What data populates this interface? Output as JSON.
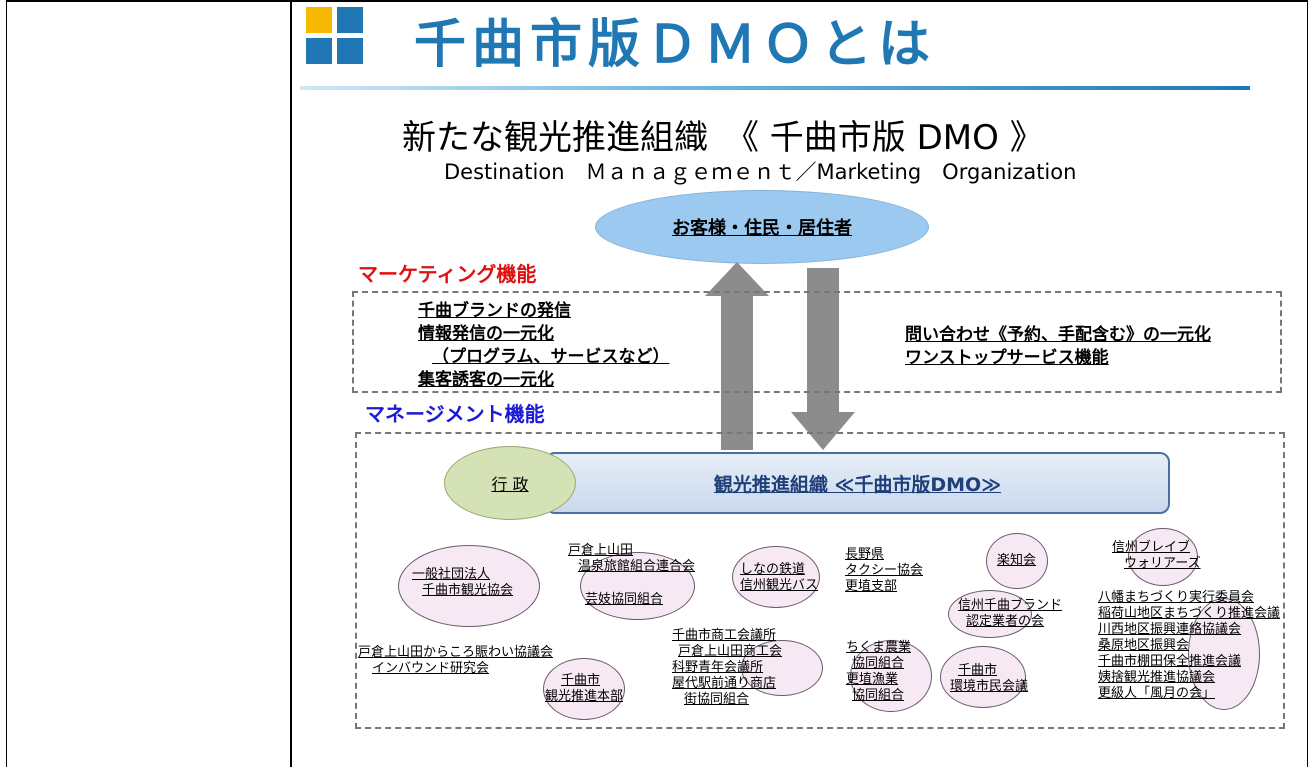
{
  "title": "千曲市版ＤＭＯとは",
  "subtitle_jp": "新たな観光推進組織　《 千曲市版 DMO 》",
  "subtitle_en": "Destination　Ｍａｎａｇｅｍｅｎｔ／Marketing　Organization",
  "customer": "お客様・住民・居住者",
  "colors": {
    "title": "#1f78b4",
    "marketing": "#e01010",
    "management": "#1a1ad8",
    "logo_yellow": "#f6b800",
    "logo_blue": "#1f78b4"
  },
  "marketing": {
    "heading": "マーケティング機能",
    "left_items": [
      "千曲ブランドの発信",
      "情報発信の一元化",
      "（プログラム、サービスなど）",
      "集客誘客の一元化"
    ],
    "right_items": [
      "問い合わせ《予約、手配含む》の一元化",
      "ワンストップサービス機能"
    ]
  },
  "management": {
    "heading": "マネージメント機能",
    "government": "行 政",
    "organization": "観光推進組織 ≪千曲市版DMO≫",
    "members": [
      {
        "lines": [
          "一般社団法人",
          "千曲市観光協会"
        ]
      },
      {
        "lines": [
          "戸倉上山田",
          "温泉旅館組合連合会"
        ]
      },
      {
        "lines": [
          "芸妓協同組合"
        ]
      },
      {
        "lines": [
          "しなの鉄道",
          "信州観光バス"
        ]
      },
      {
        "lines": [
          "長野県",
          "タクシー協会",
          "更埴支部"
        ]
      },
      {
        "lines": [
          "楽知会"
        ]
      },
      {
        "lines": [
          "信州千曲ブランド",
          "認定業者の会"
        ]
      },
      {
        "lines": [
          "信州ブレイブ",
          "ウォリアーズ"
        ]
      },
      {
        "lines": [
          "八幡まちづくり実行委員会",
          "稲荷山地区まちづくり推進会議",
          "川西地区振興連絡協議会",
          "桑原地区振興会",
          "千曲市棚田保全推進会議",
          "姨捨観光推進協議会",
          "更級人「風月の会」"
        ]
      },
      {
        "lines": [
          "戸倉上山田からころ賑わい協議会",
          "インバウンド研究会"
        ]
      },
      {
        "lines": [
          "千曲市",
          "観光推進本部"
        ]
      },
      {
        "lines": [
          "千曲市商工会議所",
          "戸倉上山田商工会",
          "科野青年会議所",
          "屋代駅前通り商店",
          "街協同組合"
        ]
      },
      {
        "lines": [
          "ちくま農業",
          "協同組合",
          "更埴漁業",
          "協同組合"
        ]
      },
      {
        "lines": [
          "千曲市",
          "環境市民会議"
        ]
      }
    ]
  }
}
